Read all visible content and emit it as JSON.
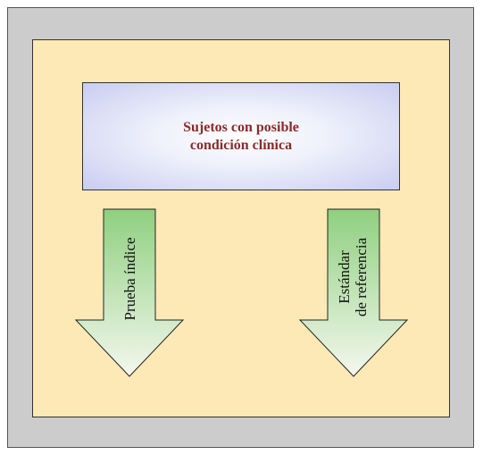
{
  "subjects": {
    "line1": "Sujetos con posible",
    "line2": "condición clínica"
  },
  "arrows": {
    "left_label": "Prueba índice",
    "right_label_line1": "Estándar",
    "right_label_line2": "de referencia"
  },
  "colors": {
    "frame": "#cccccc",
    "panel": "#fde9b5",
    "title_text": "#8b2a2a",
    "arrow_fill_top": "#8fcf7f",
    "arrow_fill_bottom": "#f4f8ee"
  }
}
